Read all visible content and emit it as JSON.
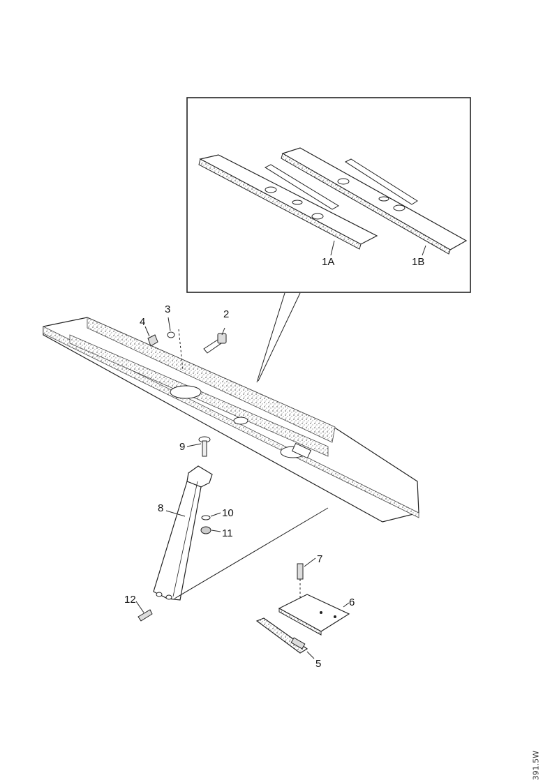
{
  "callouts": {
    "p1a": "1A",
    "p1b": "1B",
    "p2": "2",
    "p3": "3",
    "p4": "4",
    "p5": "5",
    "p6": "6",
    "p7": "7",
    "p8": "8",
    "p9": "9",
    "p10": "10",
    "p11": "11",
    "p12": "12"
  },
  "doc_id": "391.5W"
}
